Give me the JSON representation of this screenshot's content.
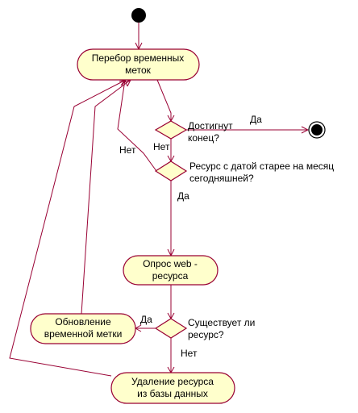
{
  "diagram": {
    "nodes": {
      "iterate_timestamps": {
        "line1": "Перебор временных",
        "line2": "меток"
      },
      "end_reached": {
        "line1": "Достигнут",
        "line2": "конец?"
      },
      "resource_older": {
        "line1": "Ресурс с датой старее на месяц",
        "line2": "сегодняшней?"
      },
      "poll_web": {
        "line1": "Опрос web -",
        "line2": "ресурса"
      },
      "resource_exists": {
        "line1": "Существует ли",
        "line2": "ресурс?"
      },
      "update_timestamp": {
        "line1": "Обновление",
        "line2": "временной метки"
      },
      "delete_resource": {
        "line1": "Удаление ресурса",
        "line2": "из базы данных"
      }
    },
    "edge_labels": {
      "end_yes": "Да",
      "end_no": "Нет",
      "older_no": "Нет",
      "older_yes": "Да",
      "exists_yes": "Да",
      "exists_no": "Нет"
    },
    "colors": {
      "node_fill": "#ffffcc",
      "line": "#990033",
      "terminal": "#000000"
    }
  }
}
